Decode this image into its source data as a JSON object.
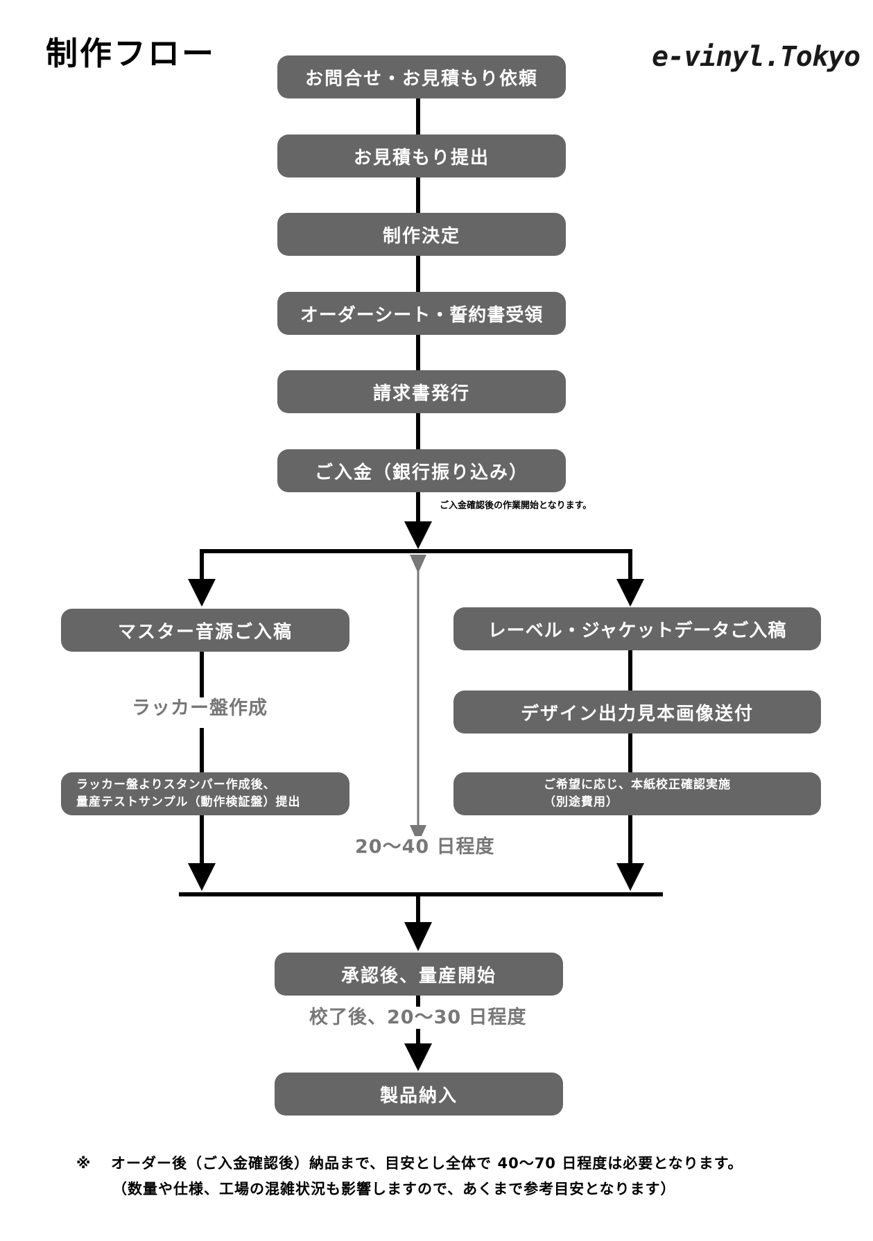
{
  "header": {
    "title": "制作フロー",
    "brand": "e-vinyl.Tokyo"
  },
  "steps": {
    "inquiry": "お問合せ・お見積もり依頼",
    "estimate": "お見積もり提出",
    "decision": "制作決定",
    "order_sheet": "オーダーシート・誓約書受領",
    "invoice": "請求書発行",
    "payment": "ご入金（銀行振り込み）",
    "payment_note": "ご入金確認後の作業開始となります。",
    "master": "マスター音源ご入稿",
    "lacquer": "ラッカー盤作成",
    "test_line1": "ラッカー盤よりスタンパー作成後、",
    "test_line2": "量産テストサンプル（動作検証盤）提出",
    "label_data": "レーベル・ジャケットデータご入稿",
    "design": "デザイン出力見本画像送付",
    "proof_line1": "ご希望に応じ、本紙校正確認実施",
    "proof_line2": "（別途費用）",
    "duration_mid": "20〜40 日程度",
    "approval": "承認後、量産開始",
    "duration_prod": "校了後、20〜30 日程度",
    "delivery": "製品納入"
  },
  "footnote": {
    "mark": "※",
    "line1": "オーダー後（ご入金確認後）納品まで、目安とし全体で 40〜70 日程度は必要となります。",
    "line2": "（数量や仕様、工場の混雑状況も影響しますので、あくまで参考目安となります）"
  },
  "colors": {
    "box": "#666666",
    "box_text": "#ffffff",
    "line": "#000000",
    "gray_text": "#777777"
  }
}
